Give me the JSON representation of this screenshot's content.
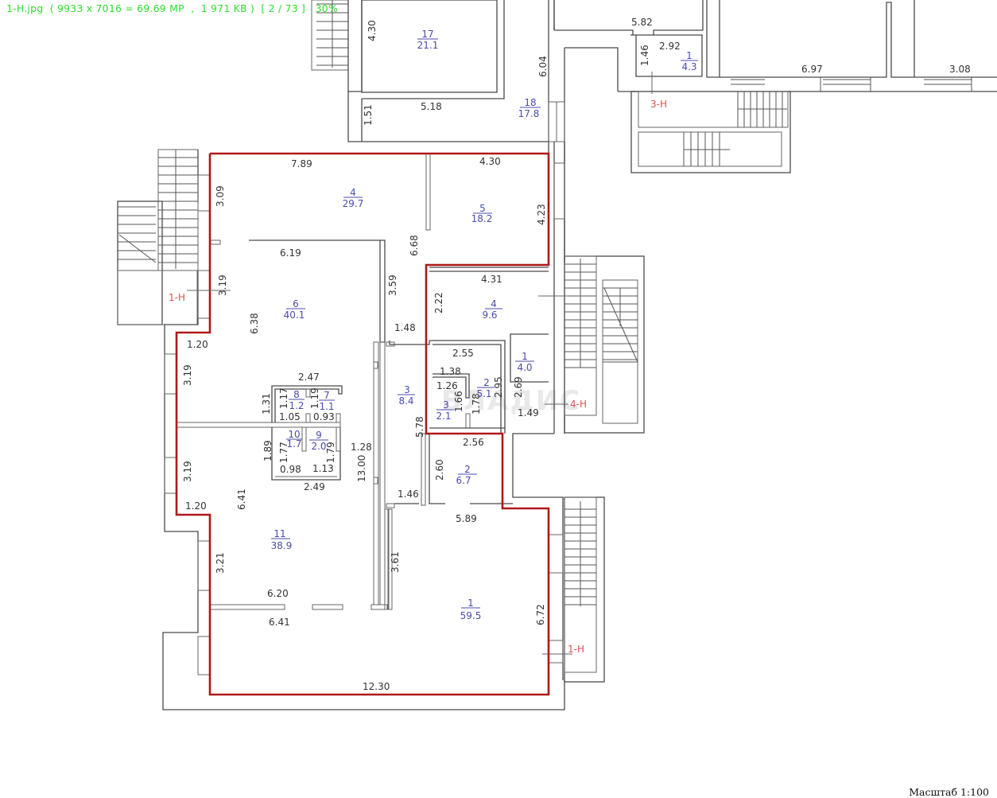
{
  "viewer": {
    "caption": "1-H.jpg  ( 9933 x 7016 = 69.69 MP  ,  1 971 KB )  [ 2 / 73 ]   30%"
  },
  "plan": {
    "scale_label": "Масштаб 1:100",
    "watermark": "ВЛАДИС",
    "colors": {
      "boundary": "#b01818",
      "room_label": "#4b4bb0",
      "exit_label": "#e05050",
      "dimension": "#333333",
      "caption": "#2ee02e"
    },
    "rooms": [
      {
        "number": "17",
        "area": "21.1"
      },
      {
        "number": "18",
        "area": "17.8"
      },
      {
        "number": "1",
        "area": "4.3"
      },
      {
        "number": "4",
        "area": "29.7"
      },
      {
        "number": "5",
        "area": "18.2"
      },
      {
        "number": "6",
        "area": "40.1"
      },
      {
        "number": "4",
        "area": "9.6"
      },
      {
        "number": "1",
        "area": "4.0"
      },
      {
        "number": "3",
        "area": "8.4"
      },
      {
        "number": "2",
        "area": "5.1"
      },
      {
        "number": "3",
        "area": "2.1"
      },
      {
        "number": "8",
        "area": "1.2"
      },
      {
        "number": "7",
        "area": "1.1"
      },
      {
        "number": "10",
        "area": "1.7"
      },
      {
        "number": "9",
        "area": "2.0"
      },
      {
        "number": "2",
        "area": "6.7"
      },
      {
        "number": "11",
        "area": "38.9"
      },
      {
        "number": "1",
        "area": "59.5"
      }
    ],
    "dimensions": {
      "d_4_30_top": "4.30",
      "d_5_18": "5.18",
      "d_1_51": "1.51",
      "d_6_04": "6.04",
      "d_5_82": "5.82",
      "d_2_92": "2.92",
      "d_1_46_top": "1.46",
      "d_6_97": "6.97",
      "d_3_08": "3.08",
      "d_7_89": "7.89",
      "d_4_30": "4.30",
      "d_3_09": "3.09",
      "d_4_23": "4.23",
      "d_6_68": "6.68",
      "d_6_19": "6.19",
      "d_3_19_a": "3.19",
      "d_3_59": "3.59",
      "d_4_31": "4.31",
      "d_2_22": "2.22",
      "d_6_38": "6.38",
      "d_1_48": "1.48",
      "d_1_20_a": "1.20",
      "d_2_55": "2.55",
      "d_3_19_b": "3.19",
      "d_2_47": "2.47",
      "d_1_38": "1.38",
      "d_1_26": "1.26",
      "d_2_95": "2.95",
      "d_2_69": "2.69",
      "d_1_31": "1.31",
      "d_1_17": "1.17",
      "d_1_19": "1.19",
      "d_1_05": "1.05",
      "d_0_93": "0.93",
      "d_1_66": "1.66",
      "d_1_78": "1.78",
      "d_1_49": "1.49",
      "d_5_78": "5.78",
      "d_2_56": "2.56",
      "d_1_89": "1.89",
      "d_1_77": "1.77",
      "d_1_79": "1.79",
      "d_1_28": "1.28",
      "d_0_98": "0.98",
      "d_1_13": "1.13",
      "d_13_00": "13.00",
      "d_2_60": "2.60",
      "d_2_49": "2.49",
      "d_3_19_c": "3.19",
      "d_6_41_a": "6.41",
      "d_1_46": "1.46",
      "d_1_20_b": "1.20",
      "d_5_89": "5.89",
      "d_3_21": "3.21",
      "d_3_61": "3.61",
      "d_6_20": "6.20",
      "d_6_41_b": "6.41",
      "d_6_72": "6.72",
      "d_12_30": "12.30"
    },
    "exits": [
      {
        "label": "3-H"
      },
      {
        "label": "1-H"
      },
      {
        "label": "4-H"
      },
      {
        "label": "1-H"
      }
    ]
  }
}
